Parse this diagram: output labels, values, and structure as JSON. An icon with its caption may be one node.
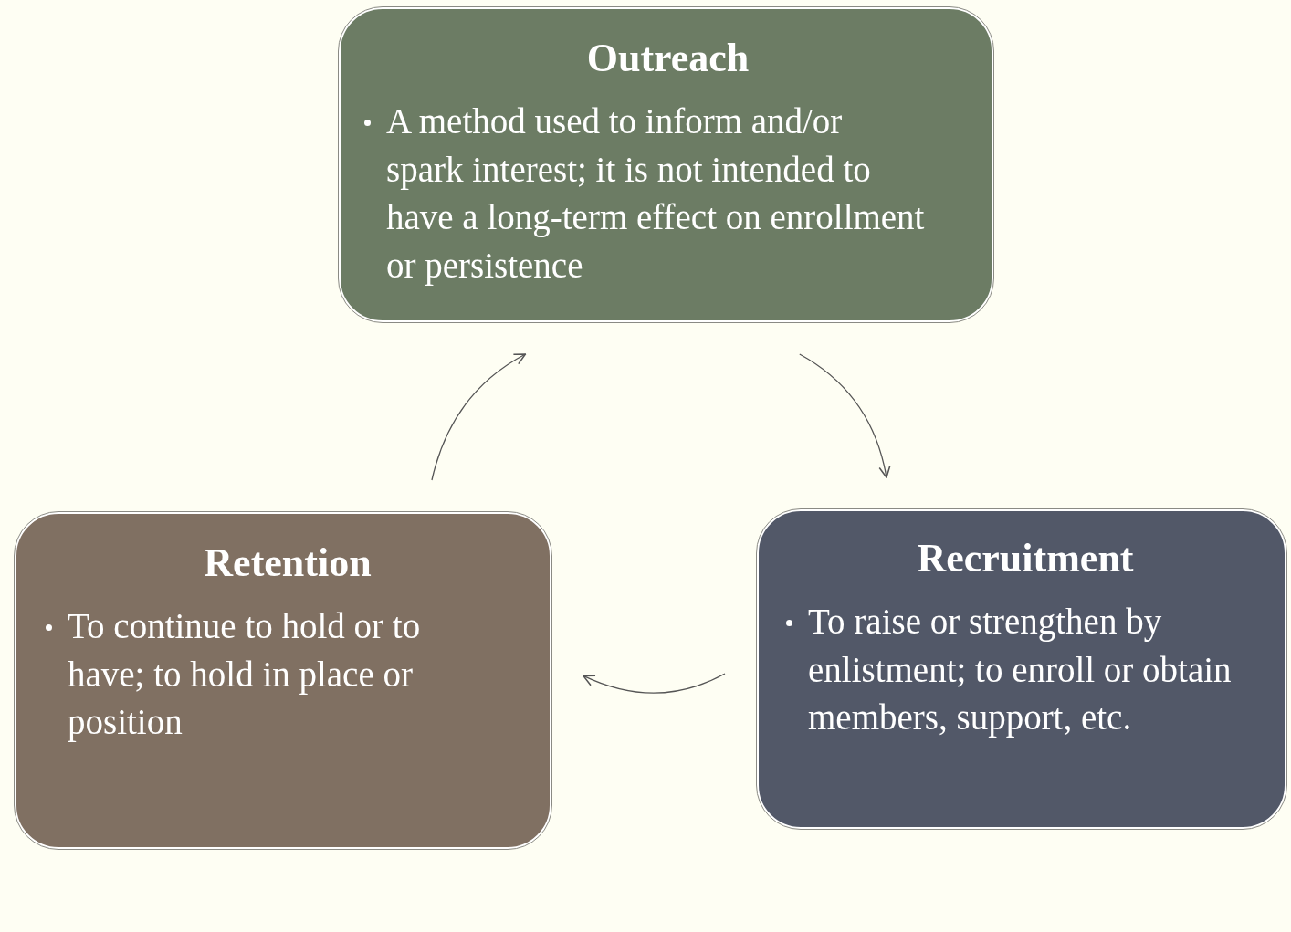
{
  "diagram": {
    "nodes": [
      {
        "text": [
          "Outreach",
          "A method used to inform and/or spark interest; it is not intended to have a long-term effect on enrollment or persistence"
        ]
      },
      {
        "text": [
          "Recruitment",
          "To raise or strengthen by enlistment; to enroll or obtain members, support, etc."
        ]
      },
      {
        "text": [
          "Retention",
          "To continue to hold or to have; to hold in place or position"
        ]
      }
    ],
    "edges": [
      {
        "from": 0,
        "to": 1,
        "arrow": "to"
      },
      {
        "from": 1,
        "to": 2,
        "arrow": "to"
      },
      {
        "from": 2,
        "to": 0,
        "arrow": "to"
      }
    ]
  }
}
